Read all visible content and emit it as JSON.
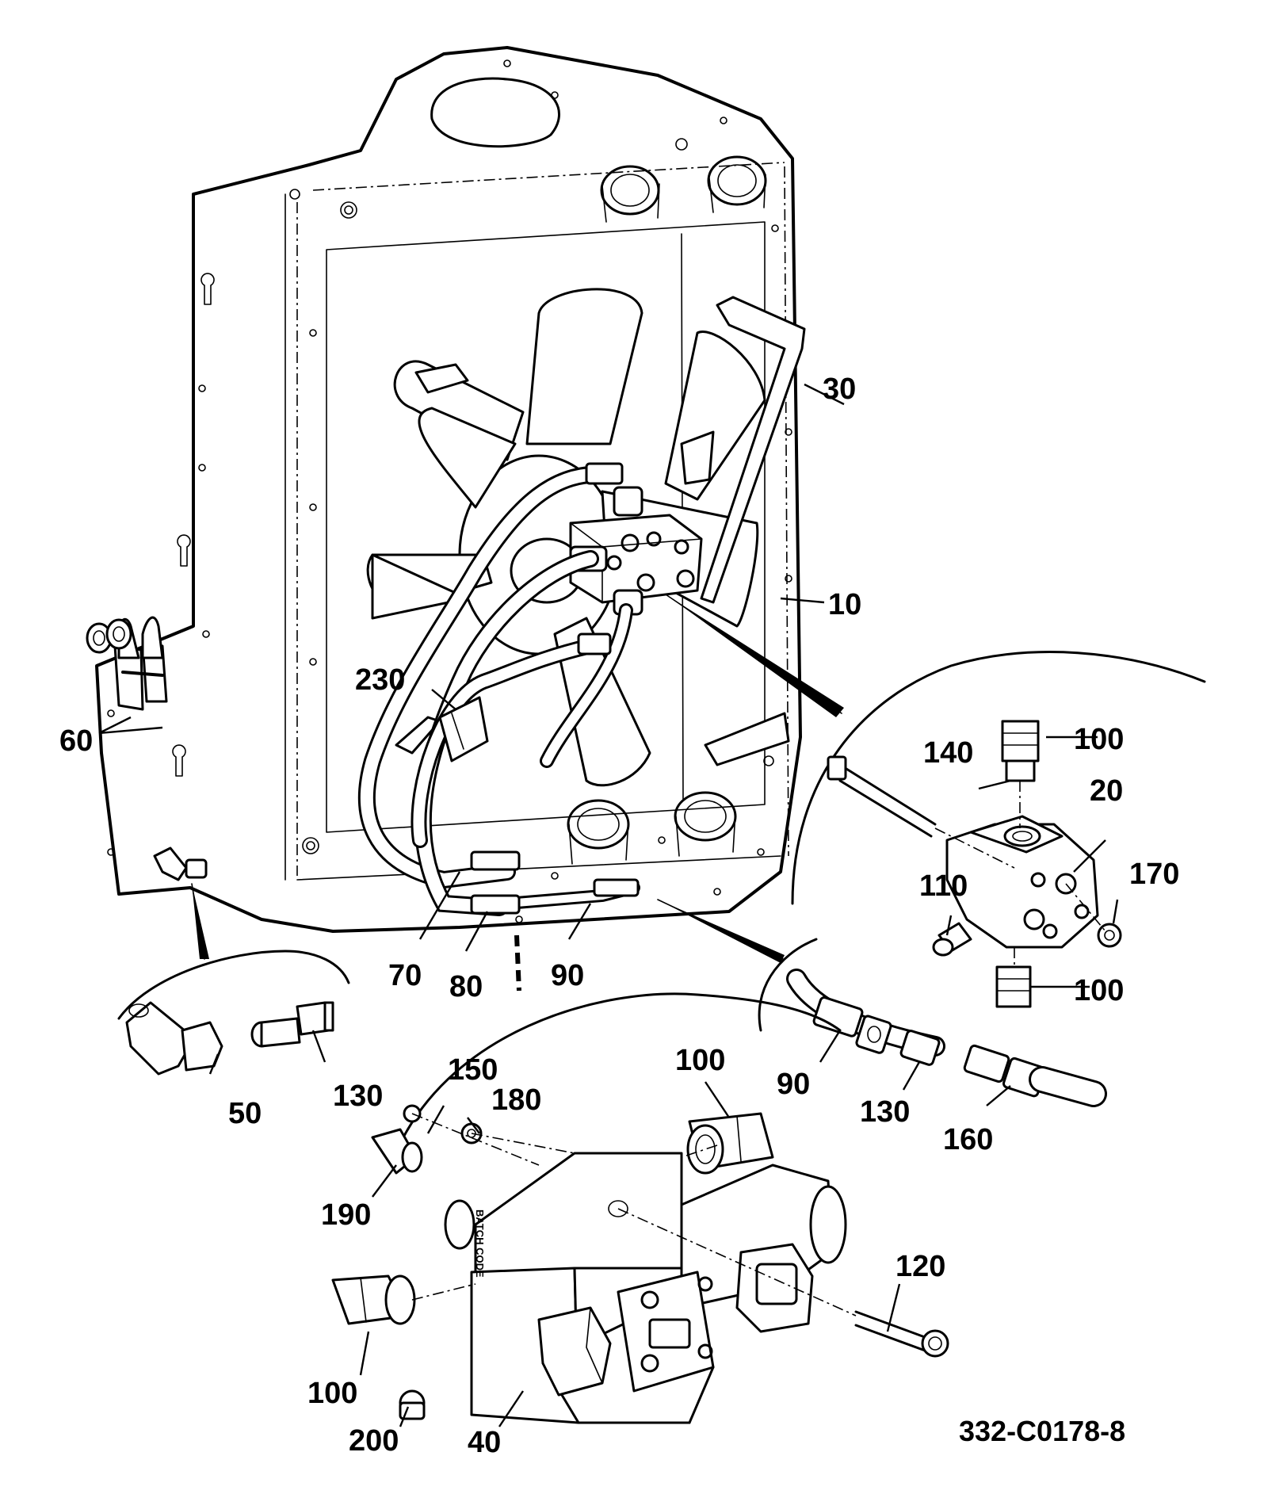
{
  "callouts": {
    "c10": "10",
    "c20": "20",
    "c30": "30",
    "c40": "40",
    "c50": "50",
    "c60": "60",
    "c70": "70",
    "c80": "80",
    "c90a": "90",
    "c90b": "90",
    "c100a": "100",
    "c100b": "100",
    "c100c": "100",
    "c100d": "100",
    "c110": "110",
    "c120": "120",
    "c130a": "130",
    "c130b": "130",
    "c140": "140",
    "c150": "150",
    "c160": "160",
    "c170": "170",
    "c180": "180",
    "c190": "190",
    "c200": "200",
    "c230": "230"
  },
  "valve_marking": "BATCH CODE",
  "drawing_number": "332-C0178-8"
}
